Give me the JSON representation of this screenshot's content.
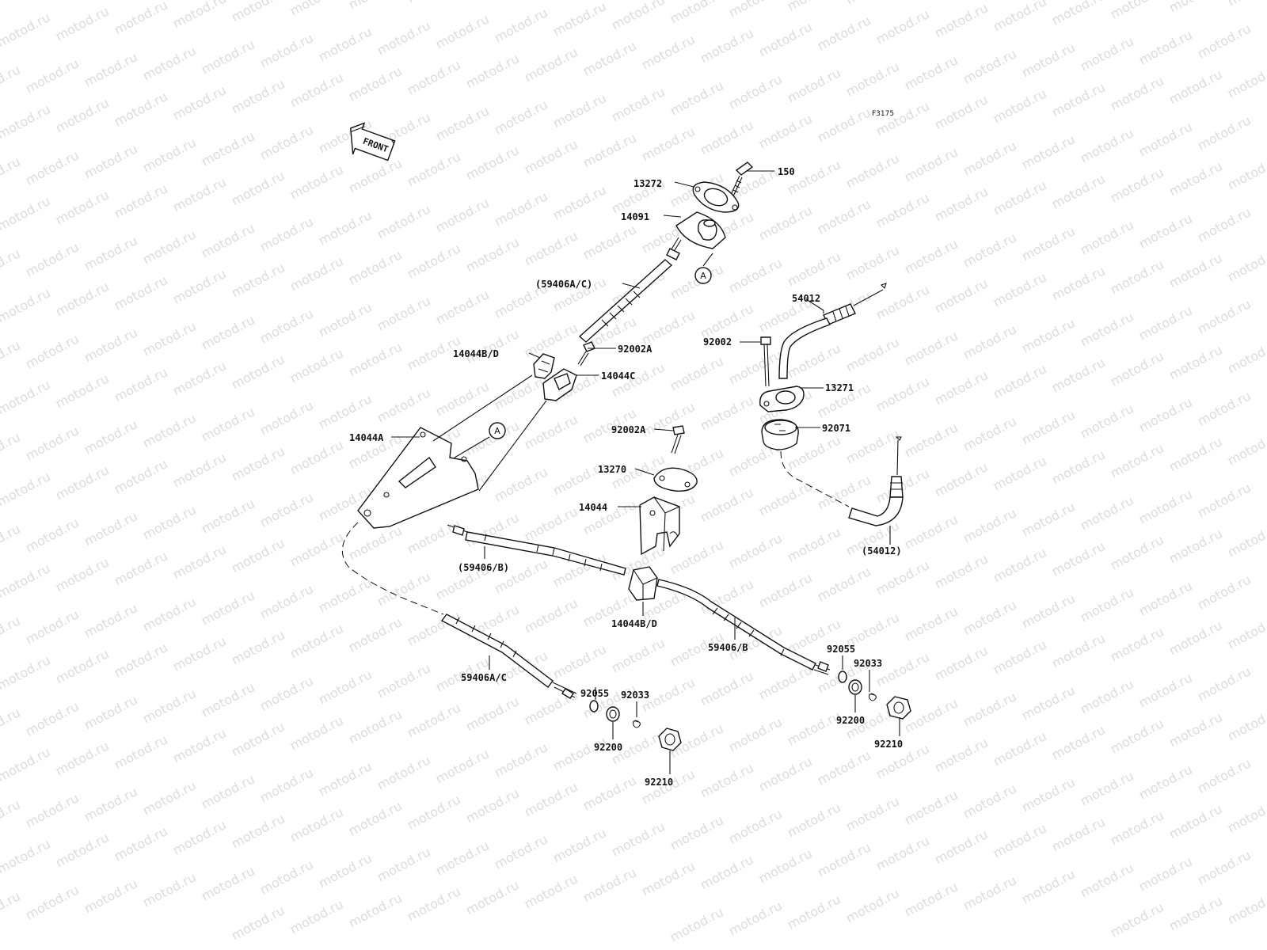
{
  "watermark": "motod.ru",
  "figure_code": "F3175",
  "front_label": "FRONT",
  "ref_mark": "A",
  "labels": {
    "p150": "150",
    "p13272": "13272",
    "p14091": "14091",
    "p59406ac_paren": "(59406A/C)",
    "p14044bd_top": "14044B/D",
    "p92002a_top": "92002A",
    "p14044c": "14044C",
    "p14044a": "14044A",
    "p54012": "54012",
    "p92002": "92002",
    "p13271": "13271",
    "p92071": "92071",
    "p92002a_mid": "92002A",
    "p13270": "13270",
    "p14044": "14044",
    "p54012_paren": "(54012)",
    "p59406b_paren": "(59406/B)",
    "p14044bd_bot": "14044B/D",
    "p59406b": "59406/B",
    "p59406ac": "59406A/C",
    "p92055_left": "92055",
    "p92033_left": "92033",
    "p92200_left": "92200",
    "p92210_left": "92210",
    "p92055_right": "92055",
    "p92033_right": "92033",
    "p92200_right": "92200",
    "p92210_right": "92210"
  }
}
